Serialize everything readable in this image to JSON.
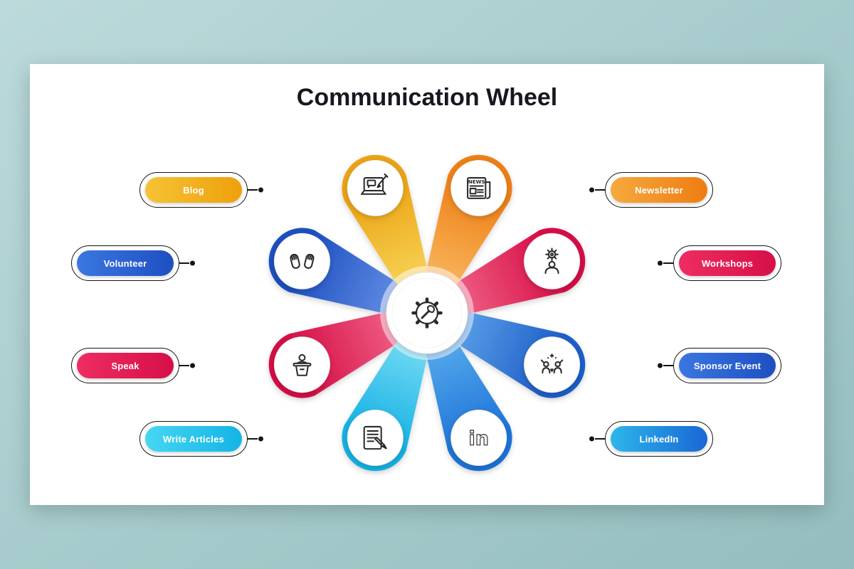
{
  "title": "Communication Wheel",
  "colors": {
    "background": "#a9cdce",
    "card": "#ffffff",
    "outline": "#141414",
    "icon_stroke": "#2b2b2b",
    "title_text": "#17171f",
    "pill_text": "#ffffff"
  },
  "center": {
    "icon": "gear-wrench-icon"
  },
  "items": [
    {
      "label": "Blog",
      "side": "left",
      "position": "top-left",
      "icon": "laptop-blog-icon",
      "pill_gradient": [
        "#f5c335",
        "#eea00b"
      ],
      "petal_gradient": [
        "#f9d75e",
        "#eba312"
      ]
    },
    {
      "label": "Newsletter",
      "side": "right",
      "position": "top-right",
      "icon": "newspaper-icon",
      "icon_text": "NEWS",
      "pill_gradient": [
        "#f6a93e",
        "#ee7d12"
      ],
      "petal_gradient": [
        "#f9bc66",
        "#ee7f15"
      ]
    },
    {
      "label": "Volunteer",
      "side": "left",
      "position": "upper-left",
      "icon": "raised-hands-icon",
      "pill_gradient": [
        "#3b77e0",
        "#1e4fc2"
      ],
      "petal_gradient": [
        "#6a93e8",
        "#1d50c0"
      ]
    },
    {
      "label": "Workshops",
      "side": "right",
      "position": "upper-right",
      "icon": "person-gear-icon",
      "pill_gradient": [
        "#ee2d62",
        "#d60f48"
      ],
      "petal_gradient": [
        "#f2688c",
        "#d61047"
      ]
    },
    {
      "label": "Speak",
      "side": "left",
      "position": "lower-left",
      "icon": "speaker-podium-icon",
      "pill_gradient": [
        "#ee2d62",
        "#d60f48"
      ],
      "petal_gradient": [
        "#f2688c",
        "#d61047"
      ]
    },
    {
      "label": "Sponsor Event",
      "side": "right",
      "position": "lower-right",
      "icon": "celebration-icon",
      "pill_gradient": [
        "#3b77e0",
        "#1e4fc2"
      ],
      "petal_gradient": [
        "#62a8ec",
        "#1e5ec8"
      ]
    },
    {
      "label": "Write Articles",
      "side": "left",
      "position": "bottom-left",
      "icon": "document-pencil-icon",
      "pill_gradient": [
        "#45d6f2",
        "#14b4e6"
      ],
      "petal_gradient": [
        "#7edff5",
        "#15b1e4"
      ]
    },
    {
      "label": "LinkedIn",
      "side": "right",
      "position": "bottom-right",
      "icon": "linkedin-icon",
      "icon_text": "in",
      "pill_gradient": [
        "#2cb6ea",
        "#1a67d5"
      ],
      "petal_gradient": [
        "#5cb0ee",
        "#1f74d8"
      ]
    }
  ]
}
